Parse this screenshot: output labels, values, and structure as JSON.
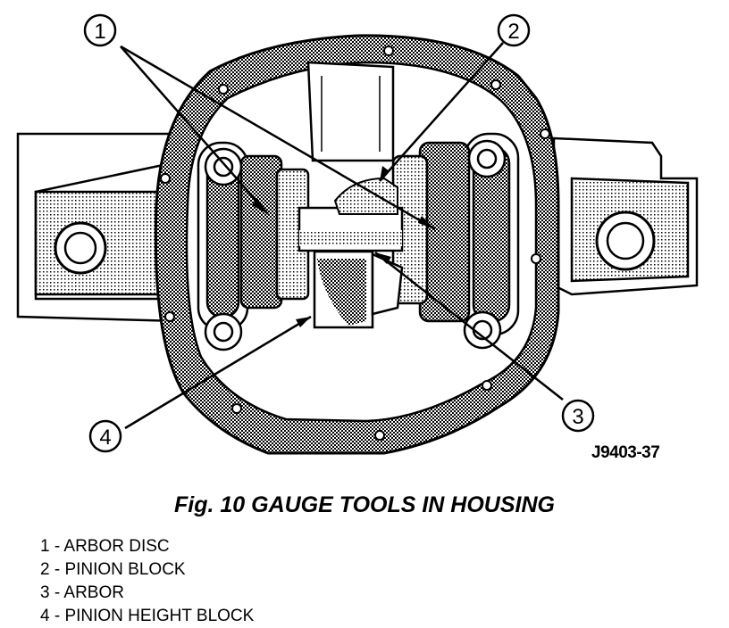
{
  "callouts": [
    {
      "number": "1"
    },
    {
      "number": "2"
    },
    {
      "number": "3"
    },
    {
      "number": "4"
    }
  ],
  "figure_code": "J9403-37",
  "caption": "Fig. 10 GAUGE TOOLS IN HOUSING",
  "legend": [
    "1 - ARBOR DISC",
    "2 - PINION BLOCK",
    "3 - ARBOR",
    "4 - PINION HEIGHT BLOCK"
  ],
  "colors": {
    "line": "#000000",
    "shade": "#8c8c8c",
    "background": "#ffffff"
  }
}
